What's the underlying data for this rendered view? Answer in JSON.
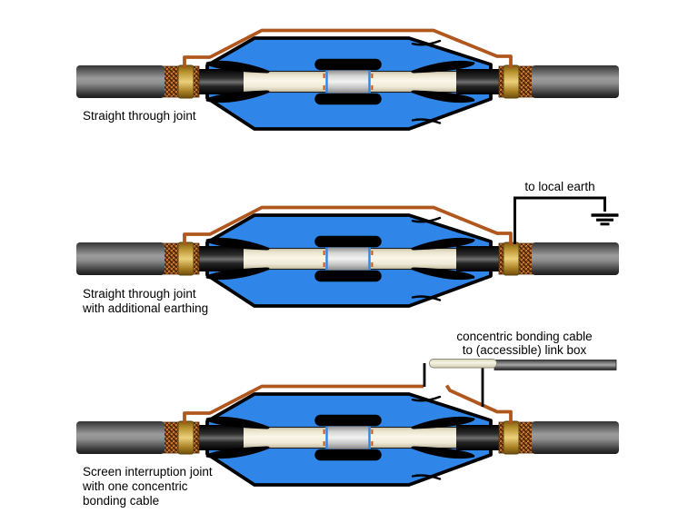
{
  "palette": {
    "background": "#ffffff",
    "text": "#000000",
    "joint_body_blue": "#2f86e8",
    "outline_black": "#000000",
    "copper_wire": "#b0571e",
    "braid_copper_dark": "#3f1e05",
    "braid_copper_light": "#d6863a",
    "clamp_brass": "#ecd07c",
    "cable_gray": "#9a9a9a",
    "inner_sheath_black": "#1a1a1a",
    "insulation_cream": "#f2edda",
    "ferrule_silver": "#d9d9d9",
    "earth_wire_black": "#000000"
  },
  "diagrams": [
    {
      "id": "straight-through-joint",
      "label_lines": [
        "Straight through joint"
      ]
    },
    {
      "id": "straight-through-joint-with-earthing",
      "label_lines": [
        "Straight through joint",
        "with additional earthing"
      ],
      "annotation_lines": [
        "to local earth"
      ]
    },
    {
      "id": "screen-interruption-joint",
      "label_lines": [
        "Screen interruption joint",
        "with one concentric",
        "bonding cable"
      ],
      "annotation_lines": [
        "concentric bonding cable",
        "to (accessible) link box"
      ]
    }
  ]
}
